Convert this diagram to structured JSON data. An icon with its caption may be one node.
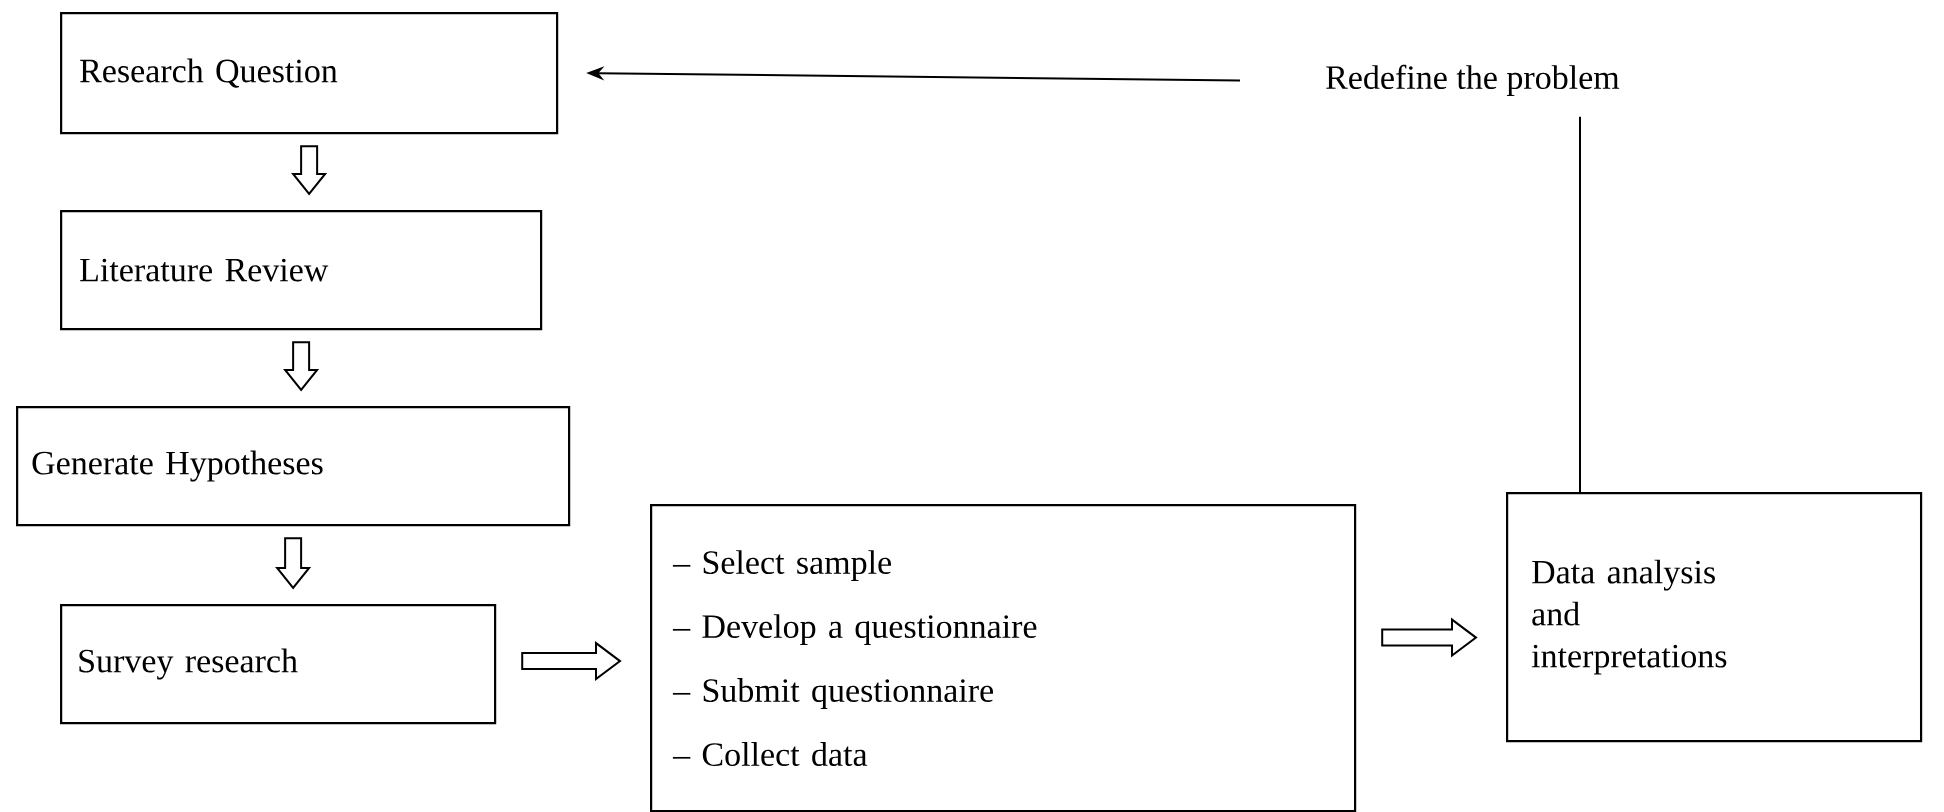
{
  "diagram": {
    "nodes": [
      {
        "text": [
          "Research Question"
        ]
      },
      {
        "text": [
          "Literature Review"
        ]
      },
      {
        "text": [
          "Generate Hypotheses"
        ]
      },
      {
        "text": [
          "Survey research"
        ]
      },
      {
        "text": [
          "– Select sample",
          "– Develop a questionnaire",
          "– Submit questionnaire",
          "– Collect data"
        ]
      },
      {
        "text": [
          "Data analysis and interpretations"
        ]
      },
      {
        "text": [
          "Redefine the problem"
        ]
      }
    ],
    "edges": [
      {
        "from": 0,
        "to": 1,
        "arrow": "to"
      },
      {
        "from": 1,
        "to": 2,
        "arrow": "to"
      },
      {
        "from": 2,
        "to": 3,
        "arrow": "to"
      },
      {
        "from": 3,
        "to": 4,
        "arrow": "to"
      },
      {
        "from": 4,
        "to": 5,
        "arrow": "to"
      },
      {
        "from": 5,
        "to": 6,
        "arrow": "none"
      },
      {
        "from": 6,
        "to": 0,
        "arrow": "to"
      }
    ]
  }
}
